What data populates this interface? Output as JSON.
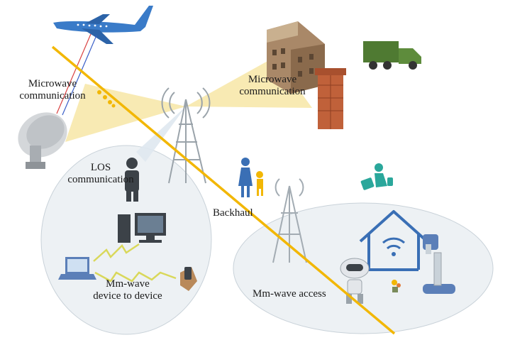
{
  "labels": {
    "microwave_left": [
      "Microwave",
      "communication"
    ],
    "microwave_right": [
      "Microwave",
      "communication"
    ],
    "los": [
      "LOS",
      "communication"
    ],
    "backhaul": "Backhaul",
    "d2d": [
      "Mm-wave",
      "device to device"
    ],
    "access": "Mm-wave access"
  },
  "colors": {
    "backhaul_line": "#f2b705",
    "beam": "#f7e6a6",
    "ellipse_fill": "#edf1f4",
    "ellipse_stroke": "#c9d2d9",
    "tower": "#9aa3aa",
    "icon_blue": "#3a6fb5",
    "truck": "#4f7a32",
    "brick": "#c0613a",
    "building": "#9b7b5c",
    "robot_arm": "#5b7fb8",
    "teal_figure": "#2aa79b",
    "zigzag_link": "#d9d85a"
  },
  "icons": [
    "airplane-icon",
    "satellite-dish-icon",
    "cell-tower-icon",
    "building-icon",
    "chimney-icon",
    "truck-icon",
    "person-phone-icon",
    "family-icon",
    "traveler-icon",
    "computer-icon",
    "laptop-icon",
    "phone-hand-icon",
    "smart-home-icon",
    "robot-icon",
    "robot-arm-icon"
  ]
}
